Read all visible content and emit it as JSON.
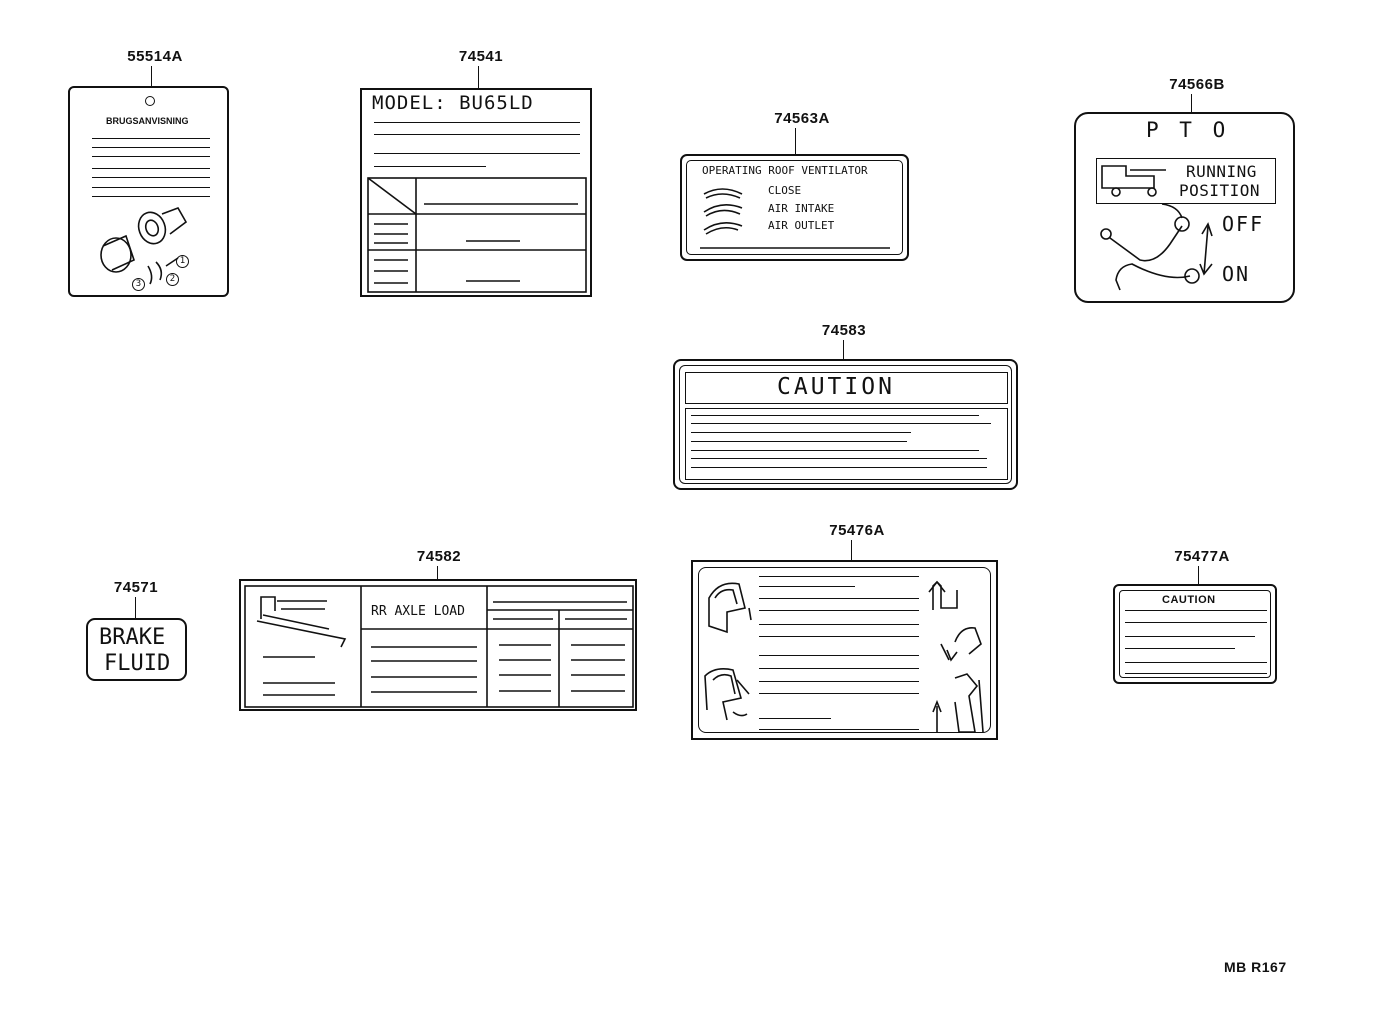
{
  "parts": {
    "p55514a": "55514A",
    "p74541": "74541",
    "p74563a": "74563A",
    "p74566b": "74566B",
    "p74583": "74583",
    "p74571": "74571",
    "p74582": "74582",
    "p75476a": "75476A",
    "p75477a": "75477A"
  },
  "labels": {
    "brugsanvisning": {
      "title": "BRUGSANVISNING",
      "steps": [
        "1",
        "2",
        "3"
      ]
    },
    "model": {
      "text": "MODEL: BU65LD"
    },
    "ventilator": {
      "title": "OPERATING ROOF VENTILATOR",
      "close": "CLOSE",
      "air_intake": "AIR  INTAKE",
      "air_outlet": "AIR  OUTLET"
    },
    "pto": {
      "title": "P T O",
      "running": "RUNNING",
      "position": "POSITION",
      "off": "OFF",
      "on": "ON"
    },
    "caution_large": {
      "title": "CAUTION"
    },
    "brake": {
      "line1": "BRAKE",
      "line2": "FLUID"
    },
    "axle": {
      "title": "RR AXLE LOAD"
    },
    "caution_small": {
      "title": "CAUTION"
    }
  },
  "footer": {
    "code": "MB R167"
  }
}
